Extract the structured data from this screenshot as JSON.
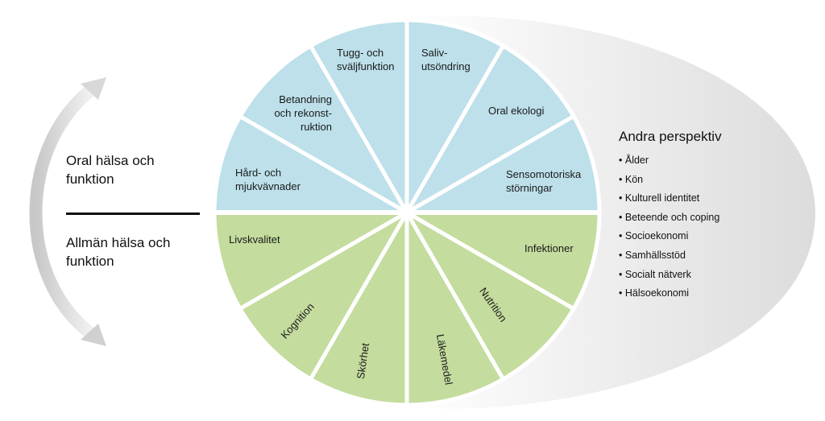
{
  "left_labels": {
    "top": "Oral hälsa och funktion",
    "bottom": "Allmän hälsa och funktion"
  },
  "oral_sectors": [
    "Hård- och mjukvävnader",
    "Betandning och rekonst-ruktion",
    "Tugg- och sväljfunktion",
    "Saliv-utsöndring",
    "Oral ekologi",
    "Sensomotoriska störningar"
  ],
  "general_sectors": [
    "Livskvalitet",
    "Kognition",
    "Skörhet",
    "Läkemedel",
    "Nutrition",
    "Infektioner"
  ],
  "perspectives": {
    "title": "Andra perspektiv",
    "items": [
      "Ålder",
      "Kön",
      "Kulturell identitet",
      "Beteende och coping",
      "Socioekonomi",
      "Samhällsstöd",
      "Socialt nätverk",
      "Hälsoekonomi"
    ]
  },
  "colors": {
    "oral": "#bde0ea",
    "general": "#c4dc9d"
  }
}
